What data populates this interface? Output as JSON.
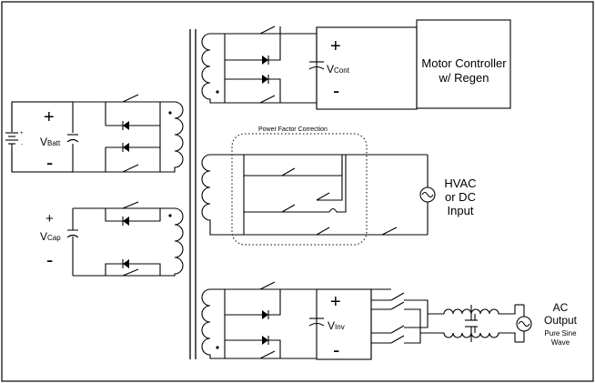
{
  "labels": {
    "vcont": "V",
    "vcont_sub": "Cont",
    "vbatt": "V",
    "vbatt_sub": "Batt",
    "vcap": "V",
    "vcap_sub": "Cap",
    "vinv": "V",
    "vinv_sub": "Inv",
    "plus": "+",
    "minus": "-",
    "pfc_title": "Power Factor Correction",
    "motor_line1": "Motor Controller",
    "motor_line2": "w/ Regen",
    "hvac_line1": "HVAC",
    "hvac_line2": "or DC",
    "hvac_line3": "Input",
    "ac_line1": "AC",
    "ac_line2": "Output",
    "ac_line3": "Pure Sine",
    "ac_line4": "Wave"
  }
}
